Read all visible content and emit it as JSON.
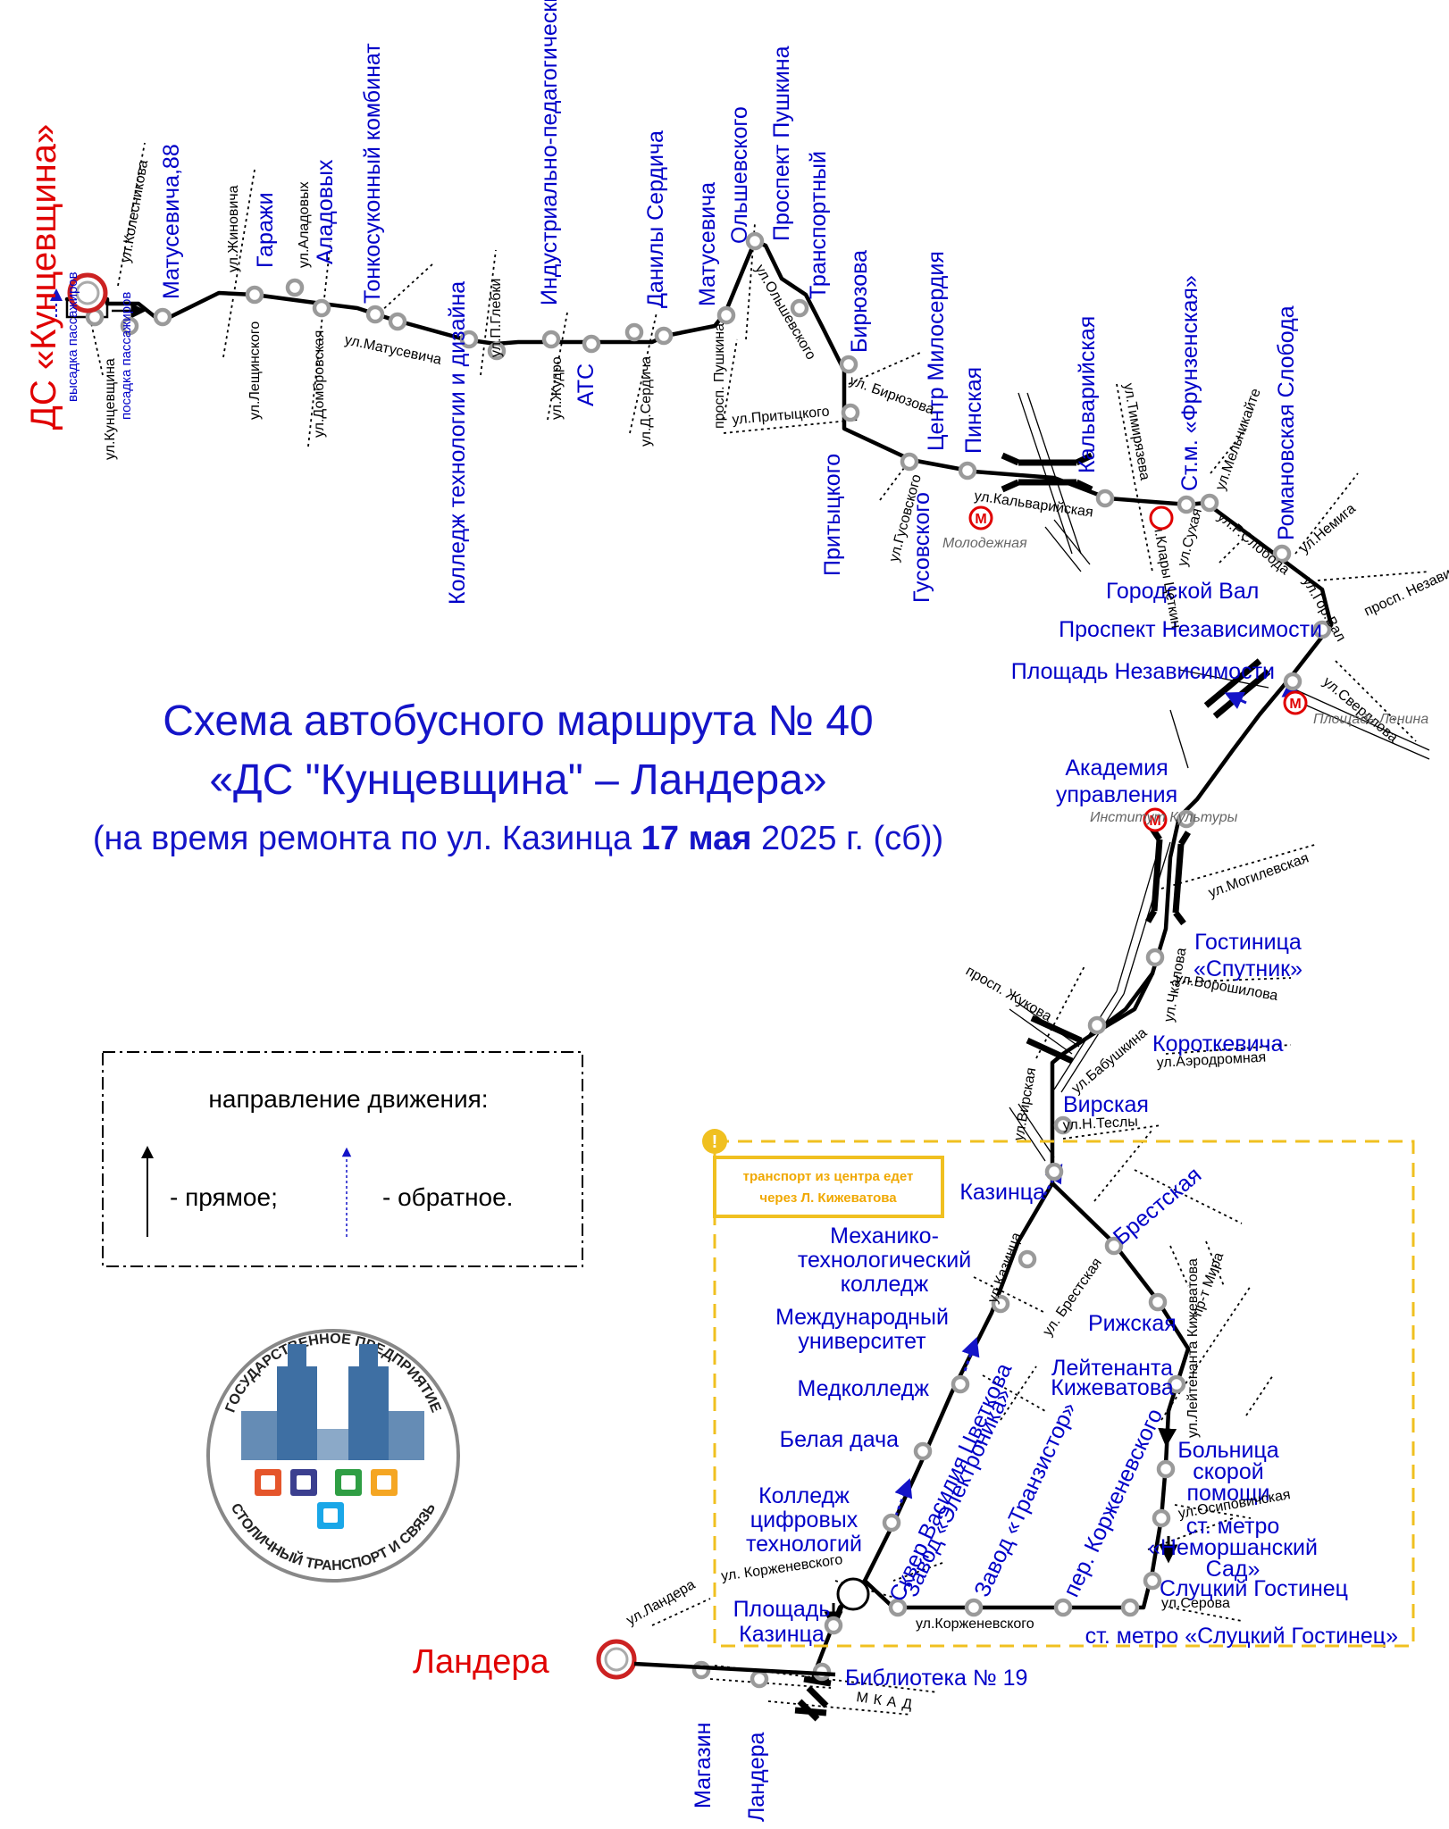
{
  "title": {
    "line1": "Схема автобусного маршрута № 40",
    "line2": "«ДС \"Кунцевщина\" – Ландера»",
    "line3_pre": "(на время ремонта по ул. Казинца ",
    "line3_bold": "17 мая",
    "line3_post": " 2025 г. (сб))"
  },
  "termini": {
    "start": "ДС «Кунцевщина»",
    "end": "Ландера"
  },
  "terminal_notes": {
    "dropoff": "высадка пассажиров",
    "boarding": "посадка пассажиров"
  },
  "stops": [
    {
      "id": "s01",
      "name": "Матусевича,88"
    },
    {
      "id": "s02",
      "name": "Гаражи"
    },
    {
      "id": "s03",
      "name": "Аладовых"
    },
    {
      "id": "s04",
      "name": "Тонкосуконный комбинат"
    },
    {
      "id": "s05",
      "name": "Колледж технологии и дизайна"
    },
    {
      "id": "s06",
      "name": "Индустриально-педагогический колледж"
    },
    {
      "id": "s07",
      "name": "АТС"
    },
    {
      "id": "s08",
      "name": "Данилы Сердича"
    },
    {
      "id": "s09",
      "name": "Матусевича"
    },
    {
      "id": "s10",
      "name": "Ольшевского"
    },
    {
      "id": "s11",
      "name": "Проспект Пушкина"
    },
    {
      "id": "s12",
      "name": "Транспортный"
    },
    {
      "id": "s13",
      "name": "Бирюзова"
    },
    {
      "id": "s14",
      "name": "Притыцкого"
    },
    {
      "id": "s15",
      "name": "Гусовского"
    },
    {
      "id": "s16",
      "name": "Центр Милосердия"
    },
    {
      "id": "s17",
      "name": "Пинская"
    },
    {
      "id": "s18",
      "name": "Кальварийская"
    },
    {
      "id": "s19",
      "name": "Ст.м. «Фрунзенская»"
    },
    {
      "id": "s20",
      "name": "Городской Вал"
    },
    {
      "id": "s21",
      "name": "Романовская Слобода"
    },
    {
      "id": "s22",
      "name": "Проспект Независимости"
    },
    {
      "id": "s23",
      "name": "Площадь Независимости"
    },
    {
      "id": "s24",
      "name": "Академия управления"
    },
    {
      "id": "s25",
      "name": "Гостиница «Спутник»"
    },
    {
      "id": "s26",
      "name": "Короткевича"
    },
    {
      "id": "s27",
      "name": "Вирская"
    },
    {
      "id": "s28",
      "name": "Казинца"
    },
    {
      "id": "s29",
      "name": "Механико-технологический колледж"
    },
    {
      "id": "s30",
      "name": "Международный университет"
    },
    {
      "id": "s31",
      "name": "Медколледж"
    },
    {
      "id": "s32",
      "name": "Белая дача"
    },
    {
      "id": "s33",
      "name": "Колледж цифровых технологий"
    },
    {
      "id": "s34",
      "name": "Брестская"
    },
    {
      "id": "s35",
      "name": "Рижская"
    },
    {
      "id": "s36",
      "name": "Лейтенанта Кижеватова"
    },
    {
      "id": "s37",
      "name": "Больница скорой помощи"
    },
    {
      "id": "s38",
      "name": "ст. метро «Неморшанский Сад»"
    },
    {
      "id": "s39",
      "name": "Слуцкий Гостинец"
    },
    {
      "id": "s40",
      "name": "ст. метро «Слуцкий Гостинец»"
    },
    {
      "id": "s41",
      "name": "пер. Корженевского"
    },
    {
      "id": "s42",
      "name": "Завод «Транзистор»"
    },
    {
      "id": "s43",
      "name": "Завод «Электроника»"
    },
    {
      "id": "s44",
      "name": "Сквер Василия Цветкова"
    },
    {
      "id": "s45",
      "name": "Площадь Казинца"
    },
    {
      "id": "s46",
      "name": "Библиотека № 19"
    },
    {
      "id": "s47",
      "name": "Магазин"
    },
    {
      "id": "s48",
      "name": "Ландера"
    }
  ],
  "streets": [
    "ул.Колесникова",
    "ул.Кунцевщина",
    "ул.Жиновича",
    "ул.Лещинского",
    "ул.Аладовых",
    "ул.Домбровская",
    "ул.Матусевича",
    "ул.П.Глебки",
    "ул.Жудро",
    "ул.Д.Сердича",
    "просп. Пушкина",
    "ул.Ольшевского",
    "ул. Бирюзова",
    "ул.Притыцкого",
    "ул.Гусовского",
    "ул.Кальварийская",
    "ул.Тимирязева",
    "ул.Клары Цеткин",
    "ул.Сухая",
    "ул.Мельникайте",
    "ул.Р.Слобода",
    "ул.Немига",
    "ул.Гор.Вал",
    "просп. Независимости",
    "ул.Свердлова",
    "ул.Могилевская",
    "ул.Чкалова",
    "ул.Ворошилова",
    "просп. Жукова",
    "ул.Бабушкина",
    "ул.Аэродромная",
    "ул.Вирская",
    "ул.Н.Теслы",
    "ул.Казинца",
    "ул. Брестская",
    "пр-т Мира",
    "ул.Лейтенанта Кижеватова",
    "ул.Осиповичская",
    "ул.Серова",
    "ул.Корженевского",
    "ул. Корженевского",
    "ул.Ландера",
    "МКАД"
  ],
  "metro": [
    {
      "letter": "М",
      "name": "Молодежная"
    },
    {
      "letter": "М",
      "name": "Площадь Ленина"
    },
    {
      "letter": "М",
      "name": "Институт Культуры"
    }
  ],
  "notice": {
    "icon": "!",
    "line1": "транспорт из центра едет",
    "line2": "через Л. Кижеватова"
  },
  "legend": {
    "title": "направление движения:",
    "forward": "- прямое;",
    "reverse": "- обратное."
  },
  "logo": {
    "top_text": "ГОСУДАРСТВЕННОЕ ПРЕДПРИЯТИЕ",
    "bottom_text": "СТОЛИЧНЫЙ ТРАНСПОРТ И СВЯЗЬ",
    "tiles": [
      {
        "icon": "tram-icon",
        "color": "#e5552b"
      },
      {
        "icon": "bus-icon",
        "color": "#3b3f8f"
      },
      {
        "icon": "trolleybus-icon",
        "color": "#2f9e44"
      },
      {
        "icon": "minibus-icon",
        "color": "#f5a623"
      },
      {
        "icon": "metro-train-icon",
        "color": "#1aa7e8"
      }
    ]
  },
  "colors": {
    "stop_text": "#0000c8",
    "termini": "#e00000",
    "notice": "#f0c020",
    "route": "#000000",
    "metro": "#e00000"
  }
}
